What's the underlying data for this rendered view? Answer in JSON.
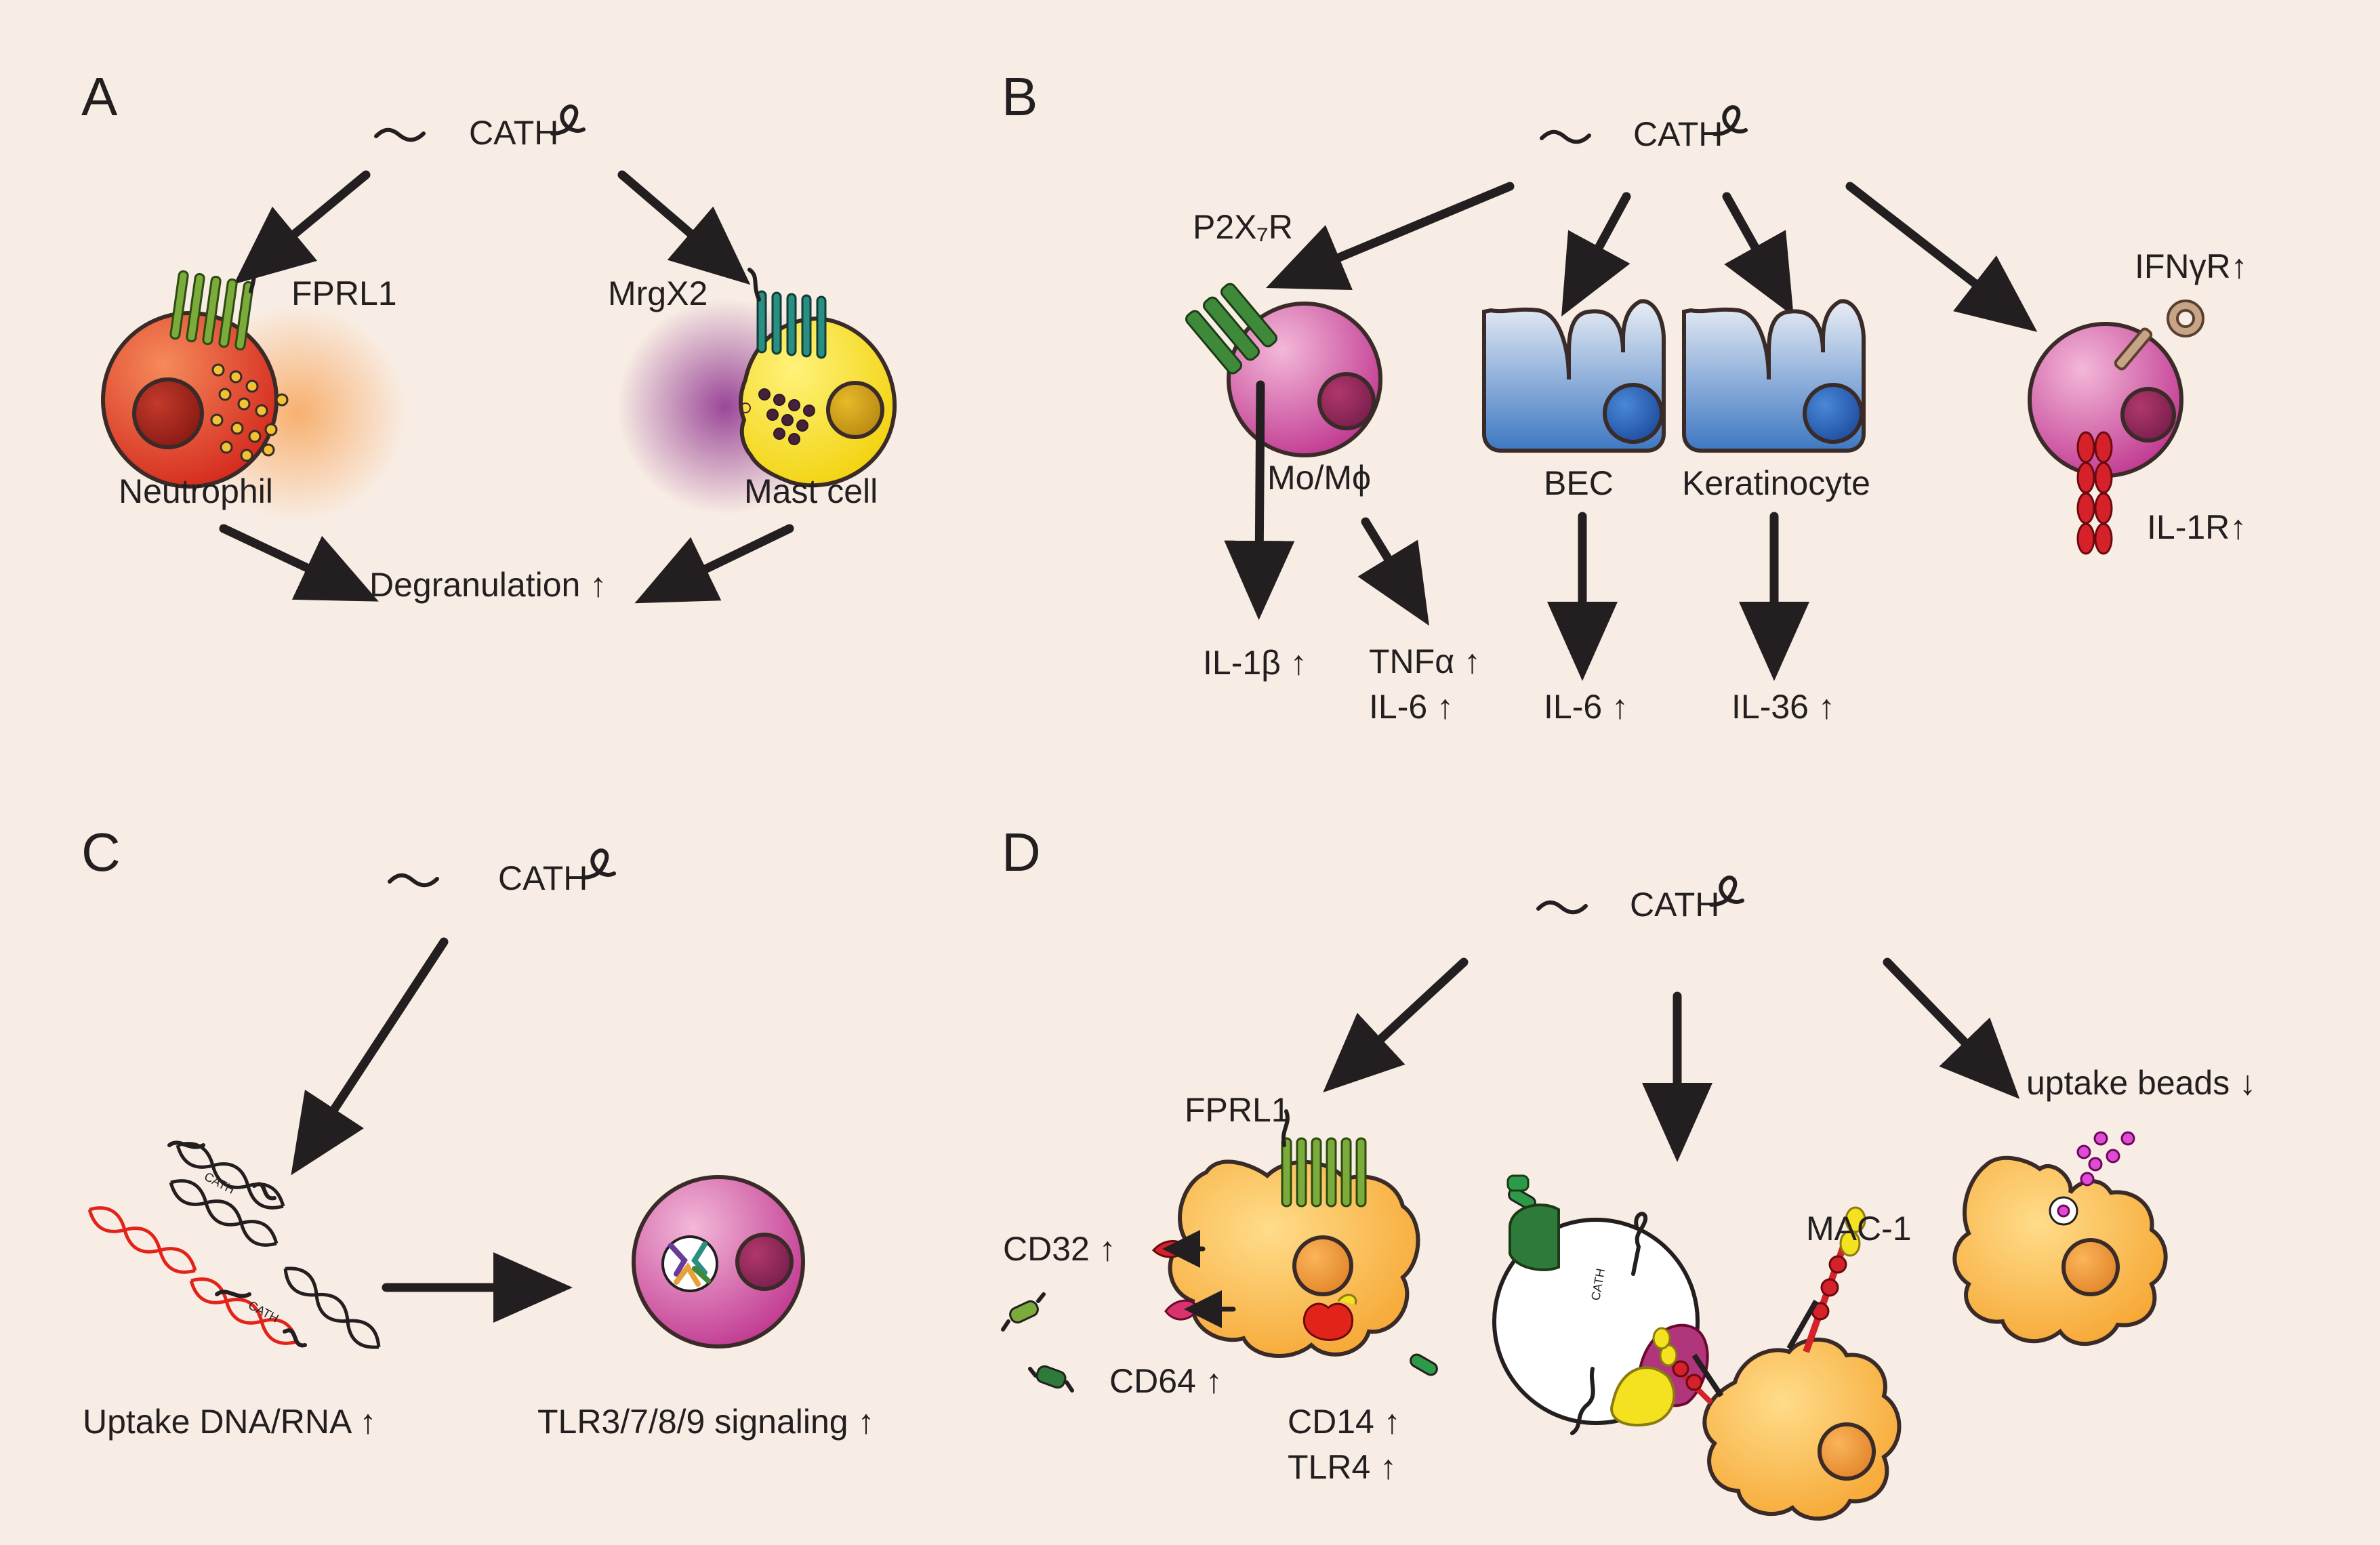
{
  "colors": {
    "background": "#f8ede4",
    "neutrophil": "#e84a2f",
    "mast_cell": "#f4e11f",
    "monocyte": "#d24aa0",
    "epithelial": "#4a80c8",
    "macrophage": "#f6a73a",
    "receptor_green": "#7bab3b",
    "receptor_teal": "#2a8f82",
    "il1r_red": "#d4212a",
    "ifngr_tan": "#c8a486"
  },
  "icons": [
    "cathelicidin-peptide-icon",
    "cell-icon",
    "receptor-icon",
    "dna-helix-icon",
    "bead-icon"
  ],
  "panels": {
    "a": {
      "letter": "A",
      "peptide": "CATH",
      "receptor_left": "FPRL1",
      "receptor_right": "MrgX2",
      "cell_left": "Neutrophil",
      "cell_right": "Mast cell",
      "outcome": "Degranulation ↑"
    },
    "b": {
      "letter": "B",
      "peptide": "CATH",
      "receptor_p2x7r": "P2X₇R",
      "cell_mono": "Mo/Mϕ",
      "cell_bec": "BEC",
      "cell_keratinocyte": "Keratinocyte",
      "receptor_ifngr": "IFNγR↑",
      "receptor_il1r": "IL-1R↑",
      "out_il1b": "IL-1β ↑",
      "out_tnfa": "TNFα ↑",
      "out_il6_mono": "IL-6 ↑",
      "out_il6_bec": "IL-6 ↑",
      "out_il36": "IL-36 ↑"
    },
    "c": {
      "letter": "C",
      "peptide": "CATH",
      "helix_label_1": "CATH",
      "helix_label_2": "CATH",
      "uptake": "Uptake DNA/RNA ↑",
      "signaling": "TLR3/7/8/9 signaling ↑"
    },
    "d": {
      "letter": "D",
      "peptide": "CATH",
      "receptor_fprl1": "FPRL1",
      "cd32": "CD32 ↑",
      "cd64": "CD64 ↑",
      "cd14": "CD14 ↑",
      "tlr4": "TLR4 ↑",
      "mac1": "MAC-1",
      "bead_cath": "CATH",
      "uptake_beads": "uptake beads ↓"
    }
  }
}
